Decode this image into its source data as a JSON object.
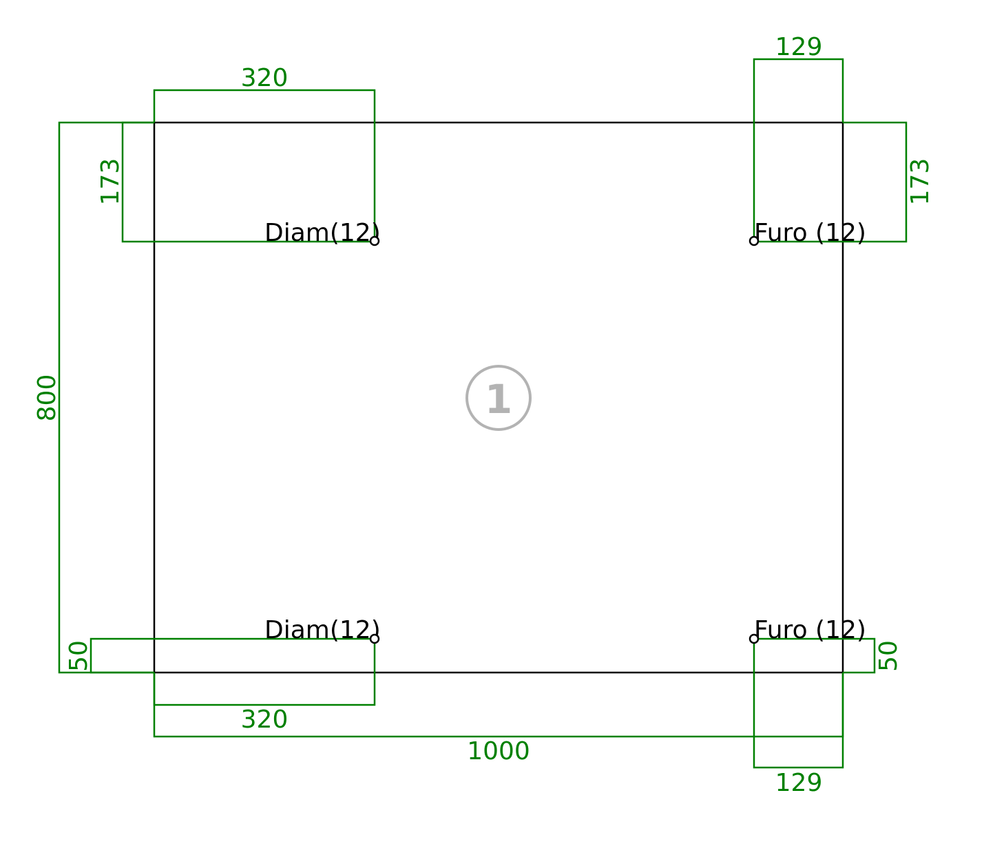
{
  "colors": {
    "outline": "#000000",
    "dimension": "#008000",
    "marker": "#b3b3b3"
  },
  "panel": {
    "marker_label": "1"
  },
  "holes": {
    "top_left_label": "Diam(12)",
    "bottom_left_label": "Diam(12)",
    "top_right_label": "Furo (12)",
    "bottom_right_label": "Furo (12)"
  },
  "dimensions": {
    "top_left_width": "320",
    "top_left_height": "173",
    "overall_height": "800",
    "bottom_left_offset": "50",
    "bottom_left_width": "320",
    "overall_width": "1000",
    "top_right_width": "129",
    "top_right_height": "173",
    "bottom_right_offset": "50",
    "bottom_right_width": "129"
  }
}
